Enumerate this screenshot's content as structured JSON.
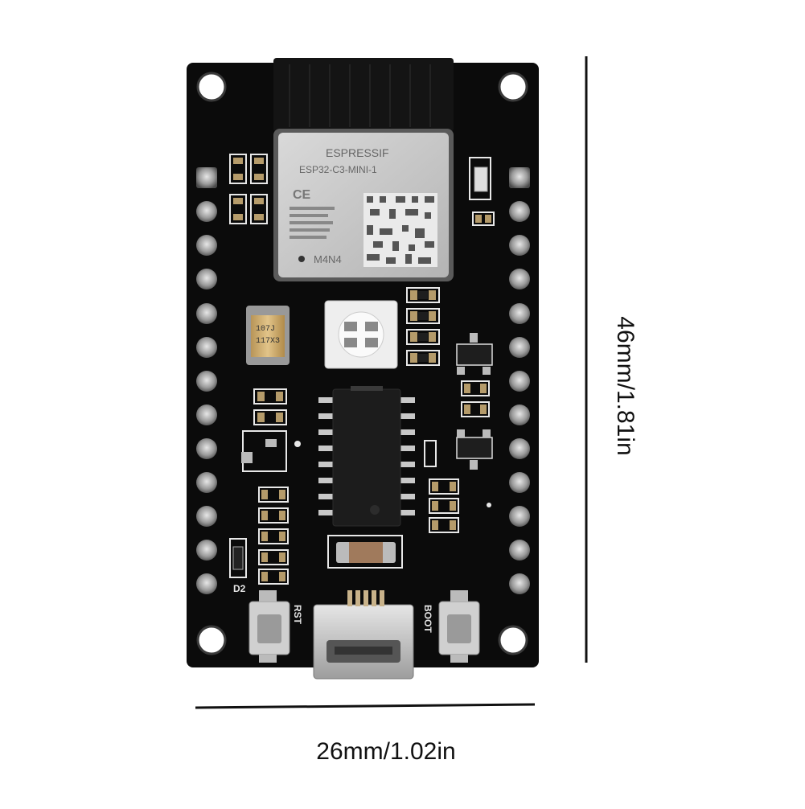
{
  "product": {
    "module_brand": "ESPRESSIF",
    "module_model": "ESP32-C3-MINI-1",
    "module_code": "M4N4",
    "cap_marking_1": "107J",
    "cap_marking_2": "117X3",
    "label_rst": "RST",
    "label_boot": "BOOT",
    "label_d2": "D2"
  },
  "dimensions": {
    "width_label": "26mm/1.02in",
    "height_label": "46mm/1.81in"
  },
  "colors": {
    "pcb": "#0b0b0b",
    "silkscreen": "#e8e8e8",
    "gold": "#b59b6a",
    "module_shield": "#c9c9c9"
  }
}
